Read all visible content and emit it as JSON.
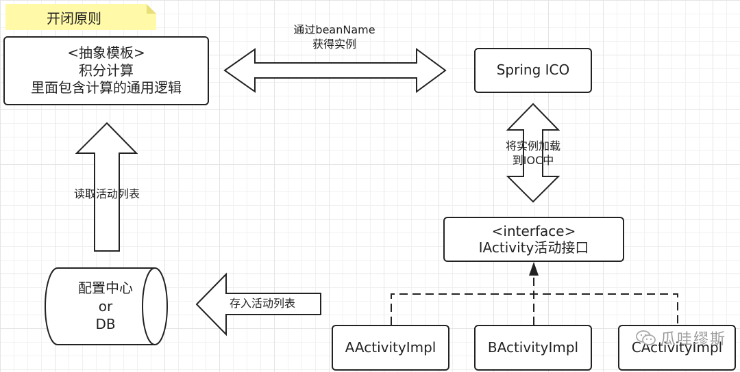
{
  "note": {
    "title": "开闭原则",
    "fill": "#fff9a8"
  },
  "abstract_template": {
    "line1": "<抽象模板>",
    "line2": "积分计算",
    "line3": "里面包含计算的通用逻辑"
  },
  "spring_box": {
    "label": "Spring ICO"
  },
  "interface_box": {
    "line1": "<interface>",
    "line2": "IActivity活动接口"
  },
  "config_center": {
    "line1": "配置中心",
    "line2": "or",
    "line3": "DB"
  },
  "impls": [
    {
      "label": "AActivityImpl"
    },
    {
      "label": "BActivityImpl"
    },
    {
      "label": "CActivityImpl"
    }
  ],
  "arrow_labels": {
    "bean_line1": "通过beanName",
    "bean_line2": "获得实例",
    "load_line1": "将实例加载",
    "load_line2": "到IOC中",
    "read_list": "读取活动列表",
    "store_list": "存入活动列表"
  },
  "watermark": {
    "text": "瓜哇缪斯",
    "icon": "wechat-icon"
  }
}
